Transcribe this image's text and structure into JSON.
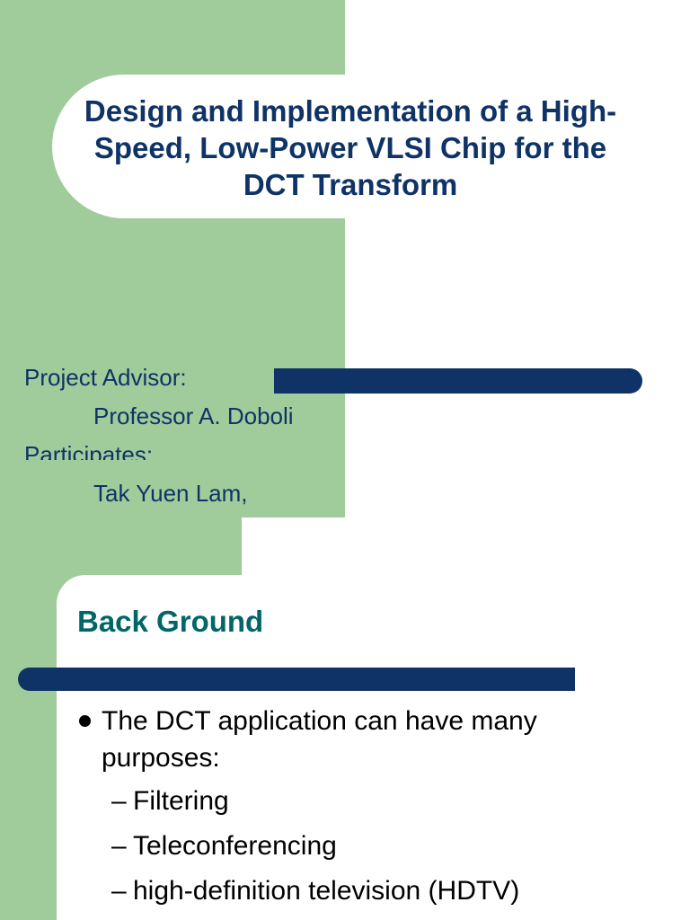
{
  "slide1": {
    "title": "Design and Implementation of a High-Speed, Low-Power VLSI Chip for the DCT Transform",
    "advisor_label": "Project Advisor:",
    "advisor_name": "Professor A. Doboli",
    "participants_label": "Participates:"
  },
  "slide2": {
    "participant_name": "Tak Yuen Lam,",
    "heading": "Back Ground",
    "bullet": "The DCT application can have many purposes:",
    "sub_items": [
      {
        "dash": "–",
        "text": "Filtering"
      },
      {
        "dash": "–",
        "text": "Teleconferencing"
      },
      {
        "dash": "–",
        "text": "high-definition television (HDTV)"
      }
    ]
  },
  "colors": {
    "green_panel": "#a0cc9b",
    "navy": "#0f3366",
    "heading_teal": "#006666"
  }
}
